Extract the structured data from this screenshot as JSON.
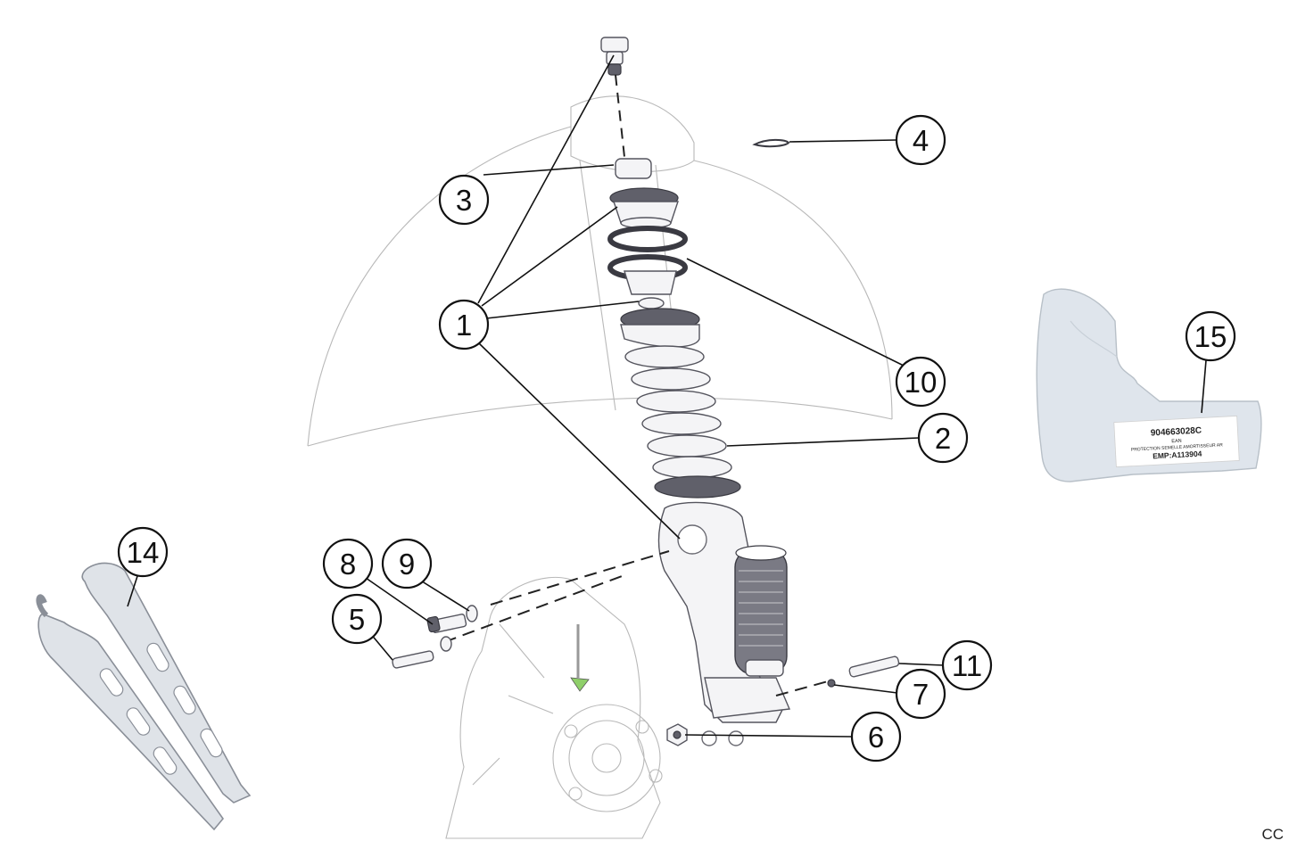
{
  "callouts": [
    "1",
    "2",
    "3",
    "4",
    "5",
    "6",
    "7",
    "8",
    "9",
    "10",
    "11",
    "14",
    "15"
  ],
  "product_label": {
    "part_number": "904663028C",
    "ean": "EAN",
    "description": "PROTECTION SEMELLE AMORTISSEUR AR",
    "location": "EMP:A113904"
  },
  "corner_code": "CC"
}
